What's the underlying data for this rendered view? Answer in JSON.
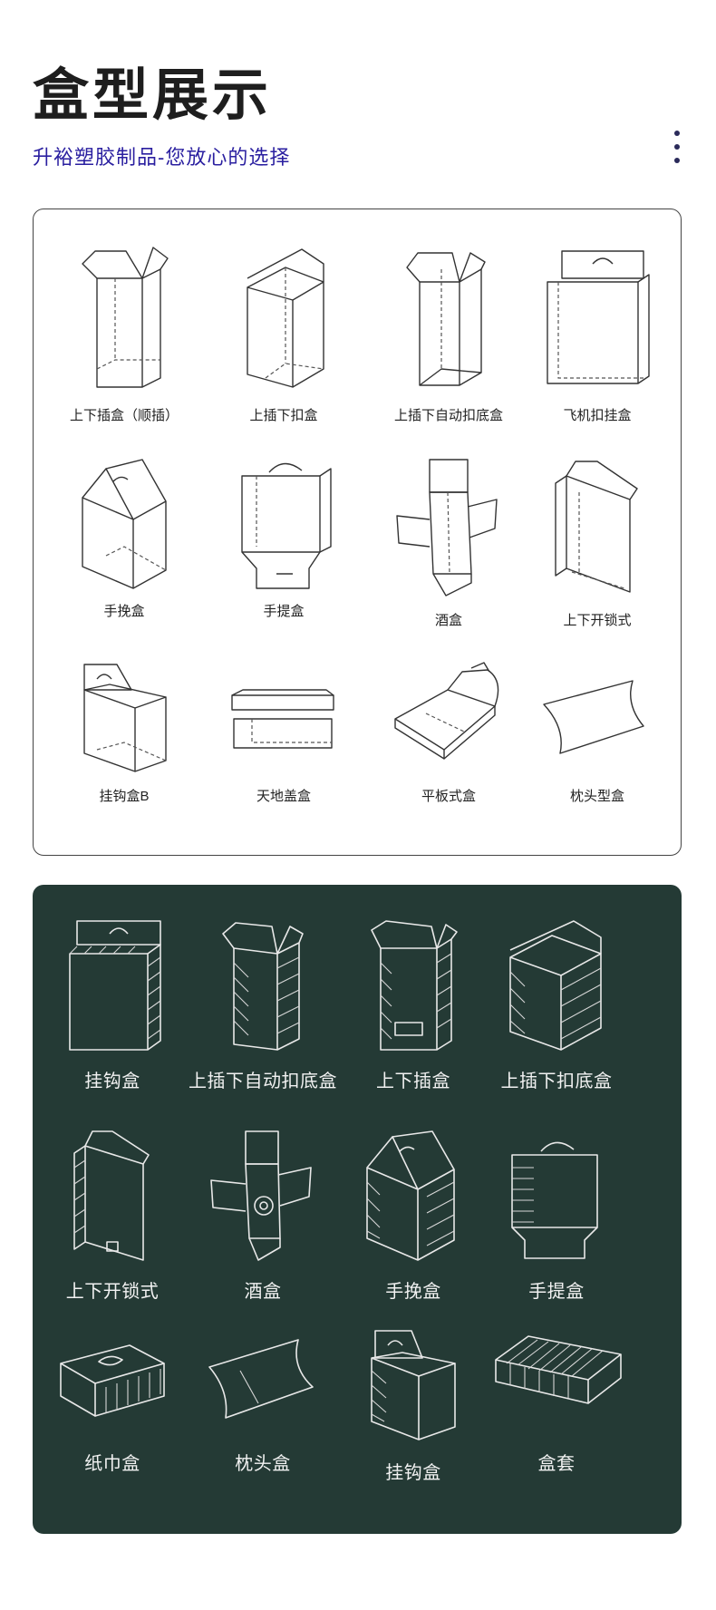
{
  "header": {
    "title": "盒型展示",
    "subtitle": "升裕塑胶制品-您放心的选择"
  },
  "panel_white": {
    "items": [
      {
        "label": "上下插盒（顺插）",
        "icon": "tuck-end-box-icon"
      },
      {
        "label": "上插下扣盒",
        "icon": "top-tuck-snap-bottom-box-icon"
      },
      {
        "label": "上插下自动扣底盒",
        "icon": "auto-lock-bottom-box-icon"
      },
      {
        "label": "飞机扣挂盒",
        "icon": "hanger-box-icon"
      },
      {
        "label": "手挽盒",
        "icon": "gable-handle-box-icon"
      },
      {
        "label": "手提盒",
        "icon": "carry-handle-box-icon"
      },
      {
        "label": "酒盒",
        "icon": "wine-box-icon"
      },
      {
        "label": "上下开锁式",
        "icon": "lock-end-box-icon"
      },
      {
        "label": "挂钩盒B",
        "icon": "hook-box-b-icon"
      },
      {
        "label": "天地盖盒",
        "icon": "lid-base-box-icon"
      },
      {
        "label": "平板式盒",
        "icon": "flat-box-icon"
      },
      {
        "label": "枕头型盒",
        "icon": "pillow-box-icon"
      }
    ]
  },
  "panel_dark": {
    "items": [
      {
        "label": "挂钩盒",
        "icon": "hook-box-icon"
      },
      {
        "label": "上插下自动扣底盒",
        "icon": "auto-lock-bottom-box-icon"
      },
      {
        "label": "上下插盒",
        "icon": "tuck-end-box-icon"
      },
      {
        "label": "上插下扣底盒",
        "icon": "snap-bottom-box-icon"
      },
      {
        "label": "上下开锁式",
        "icon": "lock-end-box-icon"
      },
      {
        "label": "酒盒",
        "icon": "wine-box-icon"
      },
      {
        "label": "手挽盒",
        "icon": "gable-handle-box-icon"
      },
      {
        "label": "手提盒",
        "icon": "carry-handle-box-icon"
      },
      {
        "label": "纸巾盒",
        "icon": "tissue-box-icon"
      },
      {
        "label": "枕头盒",
        "icon": "pillow-box-icon"
      },
      {
        "label": "挂钩盒",
        "icon": "hook-box-icon"
      },
      {
        "label": "盒套",
        "icon": "sleeve-tray-box-icon"
      }
    ]
  },
  "colors": {
    "subtitle": "#2a1fa0",
    "dark_panel": "#243a35",
    "line_light": "#e8e8e8"
  }
}
